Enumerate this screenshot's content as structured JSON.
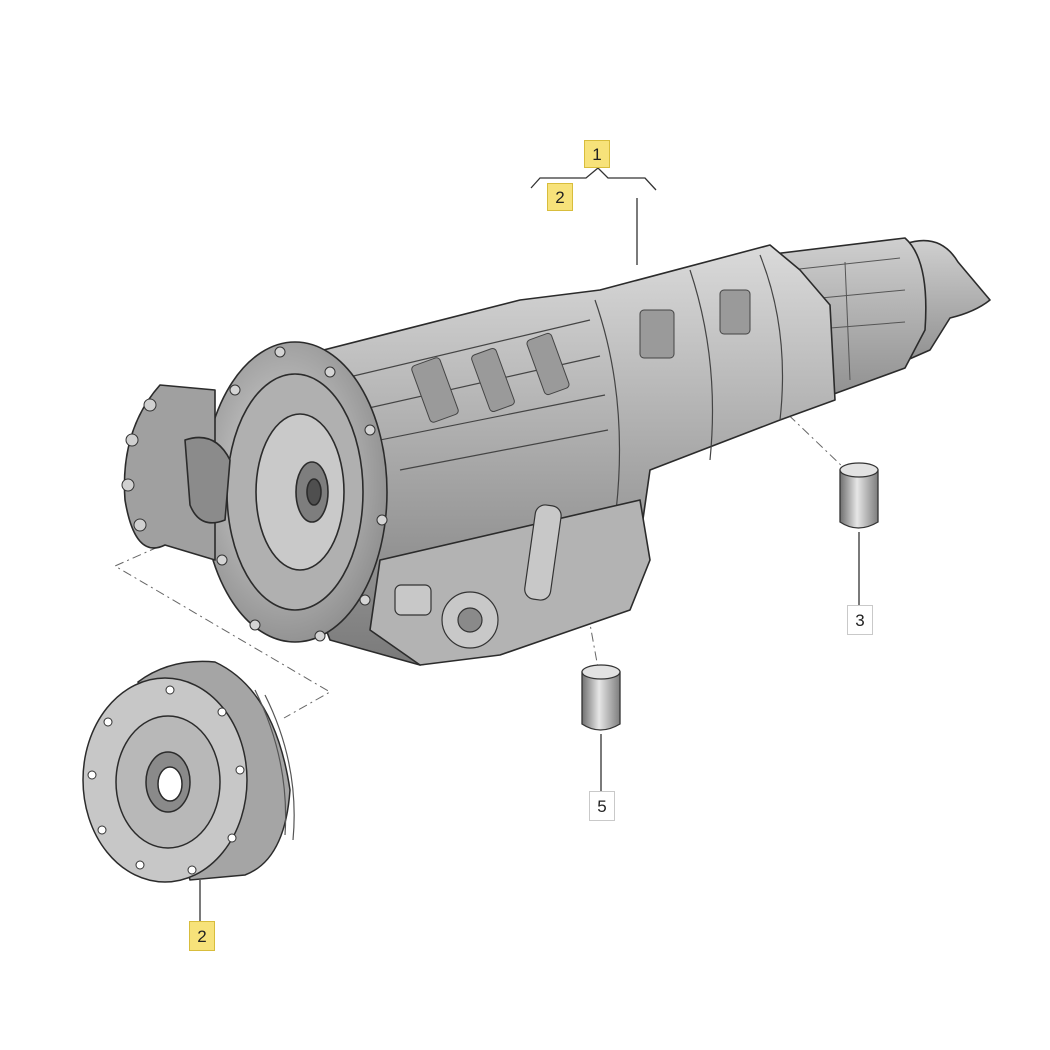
{
  "callouts": {
    "transmission_main": {
      "label": "1",
      "color": "#f7e27a"
    },
    "transmission_sub": {
      "label": "2",
      "color": "#f7e27a"
    },
    "plug_right": {
      "label": "3",
      "color": "#ffffff"
    },
    "plug_lower": {
      "label": "5",
      "color": "#ffffff"
    },
    "flex_plate": {
      "label": "2",
      "color": "#f7e27a"
    }
  }
}
